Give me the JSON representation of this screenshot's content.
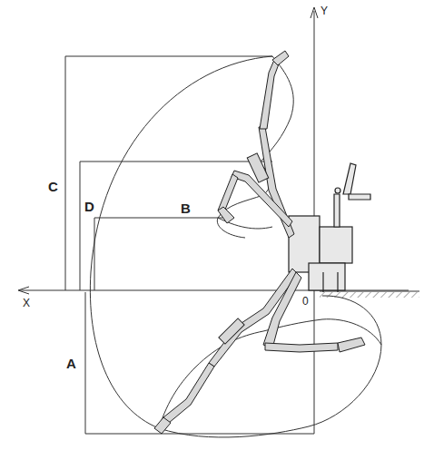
{
  "diagram": {
    "labels": [
      "Y",
      "X",
      "0",
      "C",
      "D",
      "B",
      "A"
    ]
  }
}
